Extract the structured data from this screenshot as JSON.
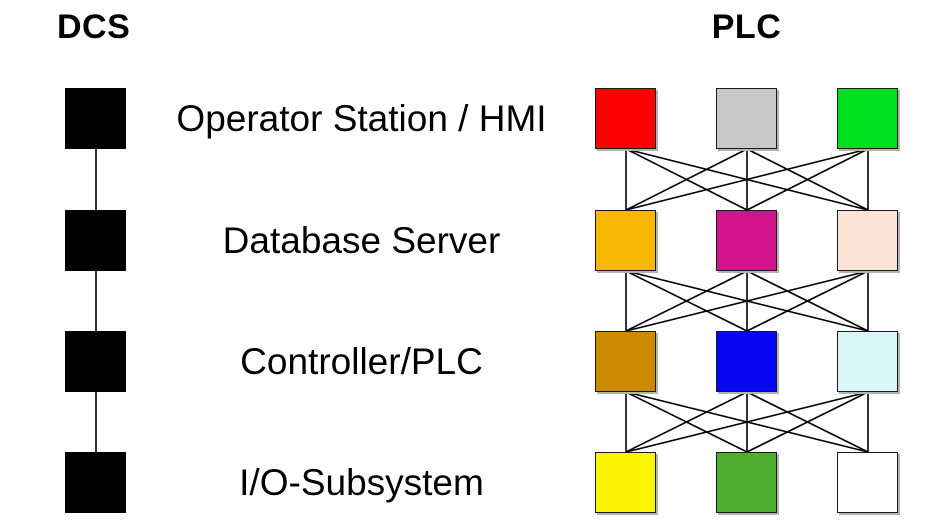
{
  "dcs": {
    "title": "DCS",
    "levels": [
      {
        "label": "Operator Station / HMI"
      },
      {
        "label": "Database Server"
      },
      {
        "label": "Controller/PLC"
      },
      {
        "label": "I/O-Subsystem"
      }
    ],
    "node_color": "#000000"
  },
  "plc": {
    "title": "PLC",
    "grid": [
      [
        "#ff0000",
        "#c7c7c7",
        "#00e01e"
      ],
      [
        "#f6b800",
        "#d1148c",
        "#fbe4d6"
      ],
      [
        "#cc8a00",
        "#0606f5",
        "#d9f6f8"
      ],
      [
        "#faf500",
        "#4caf2d",
        "#ffffff"
      ]
    ]
  },
  "style": {
    "line_color": "#000000",
    "square_border_color": "#1a1a1a",
    "shadow_color": "#b3b3b3",
    "background": "#ffffff"
  }
}
